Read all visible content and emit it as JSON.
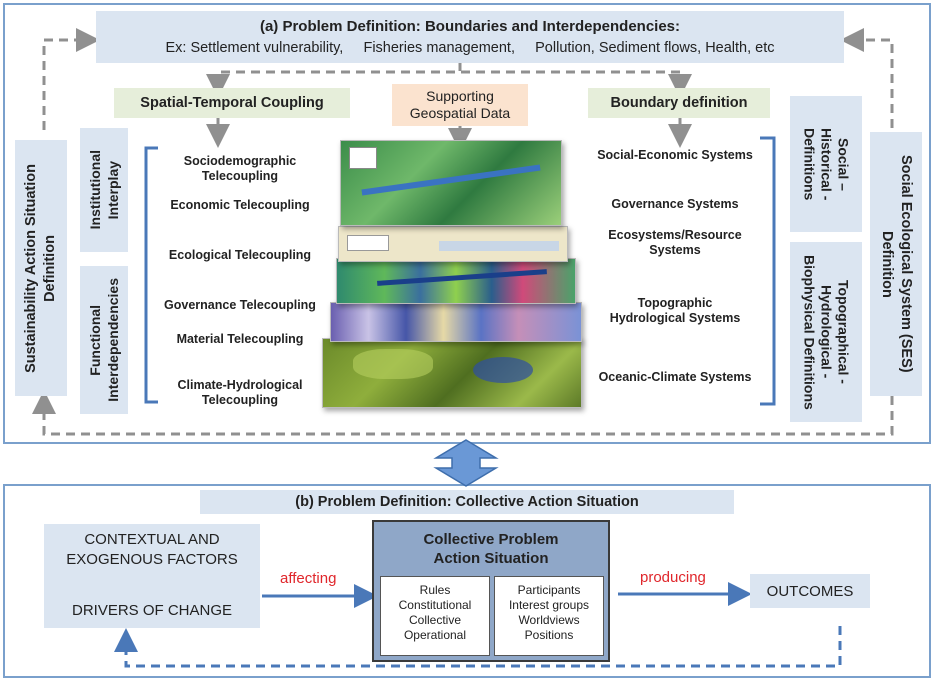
{
  "top": {
    "title": "(a) Problem Definition: Boundaries and Interdependencies:",
    "examples": [
      "Ex: Settlement vulnerability,",
      "Fisheries management,",
      "Pollution, Sediment flows, Health, etc"
    ],
    "spatial_temporal": "Spatial-Temporal Coupling",
    "geospatial": [
      "Supporting",
      "Geospatial Data"
    ],
    "boundary_definition": "Boundary definition",
    "left_vertical": [
      "Sustainability Action Situation",
      "Definition"
    ],
    "institutional": [
      "Institutional",
      "Interplay"
    ],
    "functional": [
      "Functional",
      "Interdependencies"
    ],
    "telecouplings": [
      [
        "Sociodemographic",
        "Telecoupling"
      ],
      [
        "Economic Telecoupling"
      ],
      [
        "Ecological Telecoupling"
      ],
      [
        "Governance Telecoupling"
      ],
      [
        "Material Telecoupling"
      ],
      [
        "Climate-Hydrological",
        "Telecoupling"
      ]
    ],
    "systems": [
      [
        "Social-Economic Systems"
      ],
      [
        "Governance Systems"
      ],
      [
        "Ecosystems/Resource",
        "Systems"
      ],
      [
        "Topographic",
        "Hydrological Systems"
      ],
      [
        "Oceanic-Climate Systems"
      ]
    ],
    "social_historical": [
      "Social –",
      "Historical -",
      "Definitions"
    ],
    "topographical": [
      "Topographical -",
      "Hydrological -",
      "Biophysical Definitions"
    ],
    "ses": [
      "Social Ecological System (SES)",
      "Definition"
    ]
  },
  "bottom": {
    "title": "(b) Problem Definition: Collective Action Situation",
    "contextual": [
      "CONTEXTUAL AND",
      "EXOGENOUS FACTORS"
    ],
    "drivers": "DRIVERS OF CHANGE",
    "affecting": "affecting",
    "collective": [
      "Collective Problem",
      "Action Situation"
    ],
    "rules_box": [
      "Rules",
      "Constitutional",
      "Collective",
      "Operational"
    ],
    "participants_box": [
      "Participants",
      "Interest groups",
      "Worldviews",
      "Positions"
    ],
    "producing": "producing",
    "outcomes": "OUTCOMES"
  },
  "colors": {
    "frame": "#7aa0cc",
    "box": "#dbe5f1",
    "green": "#e6eeda",
    "orange": "#fbe3cf",
    "arrow_blue": "#4a78b8",
    "red_text": "#e0262b",
    "dash_gray": "#909090"
  }
}
